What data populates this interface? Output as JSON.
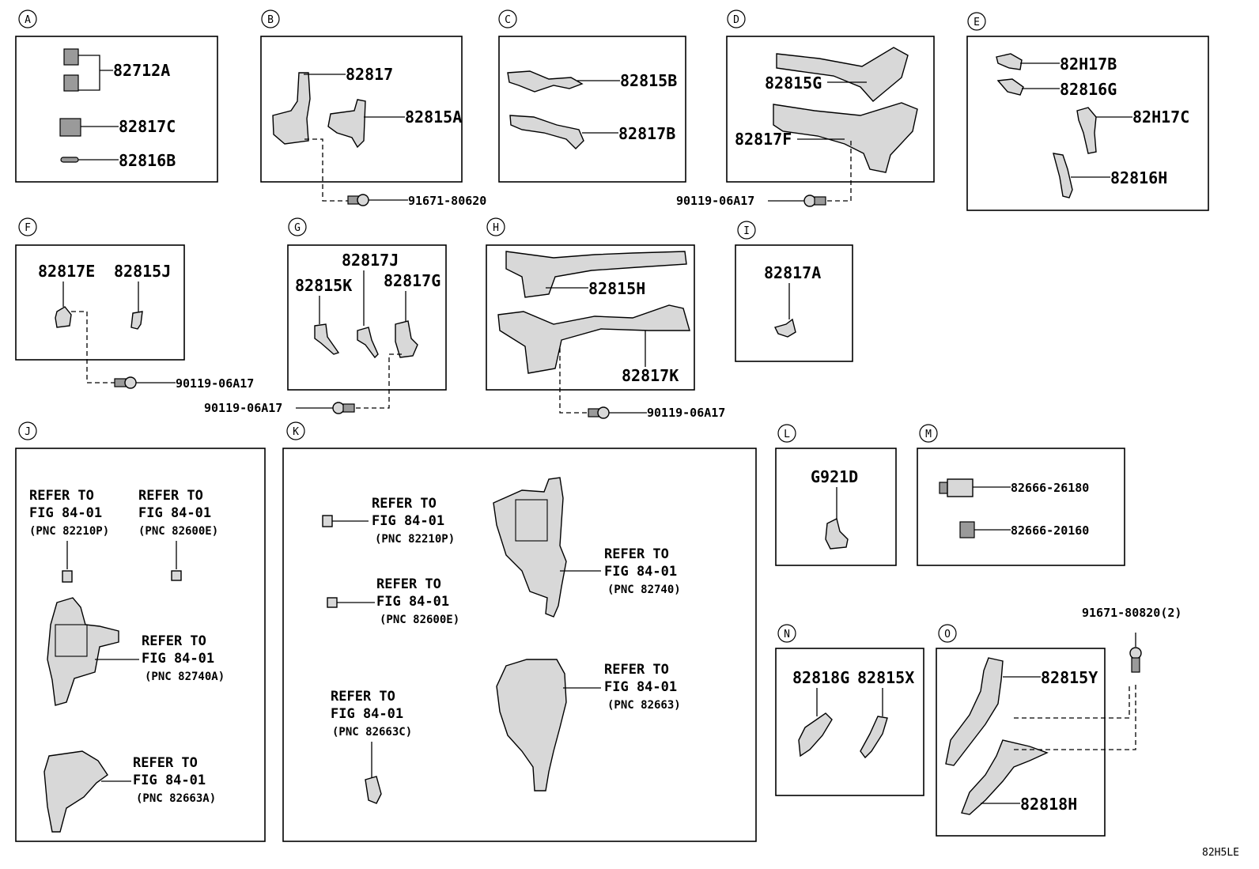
{
  "sections": {
    "A": {
      "letter": "A",
      "parts": [
        "82712A",
        "82817C",
        "82816B"
      ]
    },
    "B": {
      "letter": "B",
      "parts": [
        "82817",
        "82815A"
      ],
      "fastener": "91671-80620"
    },
    "C": {
      "letter": "C",
      "parts": [
        "82815B",
        "82817B"
      ]
    },
    "D": {
      "letter": "D",
      "parts": [
        "82815G",
        "82817F"
      ],
      "fastener": "90119-06A17"
    },
    "E": {
      "letter": "E",
      "parts": [
        "82H17B",
        "82816G",
        "82H17C",
        "82816H"
      ]
    },
    "F": {
      "letter": "F",
      "parts": [
        "82817E",
        "82815J"
      ],
      "fastener": "90119-06A17"
    },
    "G": {
      "letter": "G",
      "parts": [
        "82817J",
        "82815K",
        "82817G"
      ],
      "fastener": "90119-06A17"
    },
    "H": {
      "letter": "H",
      "parts": [
        "82815H",
        "82817K"
      ],
      "fastener": "90119-06A17"
    },
    "I": {
      "letter": "I",
      "parts": [
        "82817A"
      ]
    },
    "J": {
      "letter": "J",
      "refs": [
        {
          "line1": "REFER TO",
          "line2": "FIG 84-01",
          "line3": "(PNC 82210P)"
        },
        {
          "line1": "REFER TO",
          "line2": "FIG 84-01",
          "line3": "(PNC 82600E)"
        },
        {
          "line1": "REFER TO",
          "line2": "FIG 84-01",
          "line3": "(PNC 82740A)"
        },
        {
          "line1": "REFER TO",
          "line2": "FIG 84-01",
          "line3": "(PNC 82663A)"
        }
      ]
    },
    "K": {
      "letter": "K",
      "refs": [
        {
          "line1": "REFER TO",
          "line2": "FIG 84-01",
          "line3": "(PNC 82210P)"
        },
        {
          "line1": "REFER TO",
          "line2": "FIG 84-01",
          "line3": "(PNC 82600E)"
        },
        {
          "line1": "REFER TO",
          "line2": "FIG 84-01",
          "line3": "(PNC 82663C)"
        },
        {
          "line1": "REFER TO",
          "line2": "FIG 84-01",
          "line3": "(PNC 82740)"
        },
        {
          "line1": "REFER TO",
          "line2": "FIG 84-01",
          "line3": "(PNC 82663)"
        }
      ]
    },
    "L": {
      "letter": "L",
      "parts": [
        "G921D"
      ]
    },
    "M": {
      "letter": "M",
      "parts": [
        "82666-26180",
        "82666-20160"
      ]
    },
    "N": {
      "letter": "N",
      "parts": [
        "82818G",
        "82815X"
      ]
    },
    "O": {
      "letter": "O",
      "parts": [
        "82815Y",
        "82818H"
      ],
      "fastener": "91671-80820(2)"
    }
  },
  "diagram_code": "82H5LE"
}
